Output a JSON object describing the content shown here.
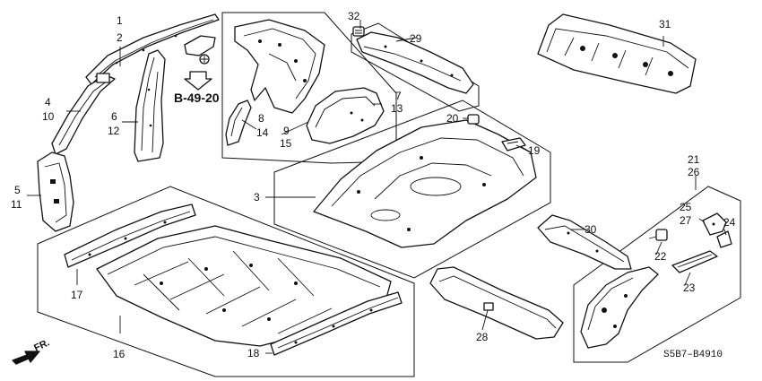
{
  "callouts": {
    "c1": "1",
    "c2": "2",
    "c3": "3",
    "c4": "4",
    "c5": "5",
    "c6": "6",
    "c7": "7",
    "c8": "8",
    "c9": "9",
    "c10": "10",
    "c11": "11",
    "c12": "12",
    "c13": "13",
    "c14": "14",
    "c15": "15",
    "c16": "16",
    "c17": "17",
    "c18": "18",
    "c19": "19",
    "c20": "20",
    "c21": "21",
    "c22": "22",
    "c23": "23",
    "c24": "24",
    "c25": "25",
    "c26": "26",
    "c27": "27",
    "c28": "28",
    "c29": "29",
    "c30": "30",
    "c31": "31",
    "c32": "32"
  },
  "reference_label": "B-49-20",
  "front_label": "FR.",
  "diagram_code": "S5B7‒B4910",
  "colors": {
    "line": "#111111",
    "background": "#ffffff"
  }
}
